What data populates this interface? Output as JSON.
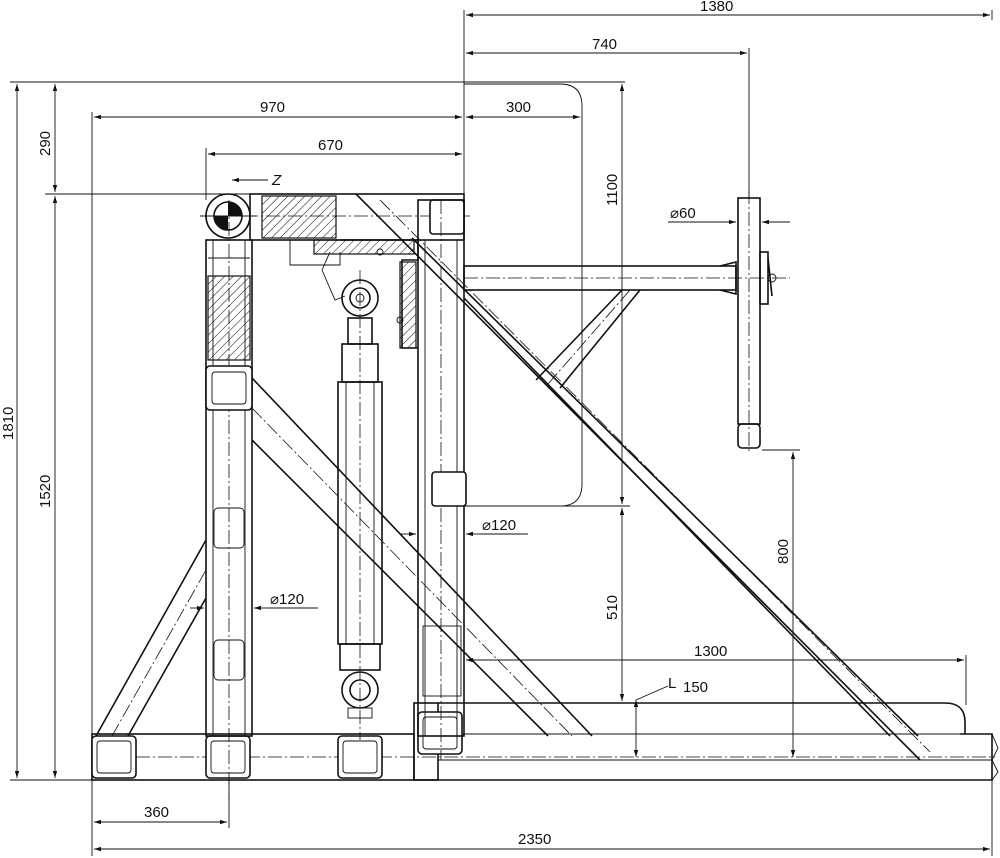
{
  "dimensions": {
    "total_width": "2350",
    "top_span": "1380",
    "arm_length": "740",
    "frame_width": "970",
    "frame_offset": "300",
    "inner_width": "670",
    "left_base": "360",
    "overall_height": "1810",
    "upper_height": "290",
    "frame_height": "1520",
    "arm_height": "1100",
    "spindle_height": "800",
    "lower_height": "510",
    "skid_length": "1300"
  },
  "annotations": {
    "diameter_small": "⌀60",
    "diameter_post_right": "⌀120",
    "diameter_post_left": "⌀120",
    "view_label": "Z",
    "section_label": "L",
    "section_value": "150"
  }
}
